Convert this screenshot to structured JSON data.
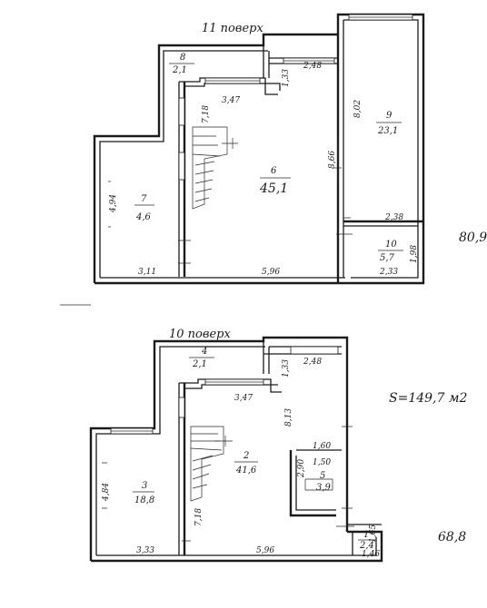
{
  "floor_upper": {
    "title": "11 поверх",
    "rooms": [
      {
        "num": "8",
        "area": "2,1"
      },
      {
        "num": "6",
        "area": "45,1"
      },
      {
        "num": "7",
        "area": "4,6"
      },
      {
        "num": "9",
        "area": "23,1"
      },
      {
        "num": "10",
        "area": "5,7"
      }
    ],
    "dims": [
      "1,33",
      "2,48",
      "3,47",
      "7,18",
      "8,02",
      "8,66",
      "4,94",
      "3,11",
      "5,96",
      "2,38",
      "1,98",
      "2,33"
    ],
    "total": "80,9"
  },
  "floor_lower": {
    "title": "10 поверх",
    "rooms": [
      {
        "num": "4",
        "area": "2,1"
      },
      {
        "num": "2",
        "area": "41,6"
      },
      {
        "num": "3",
        "area": "18,8"
      },
      {
        "num": "5",
        "area": "3,9"
      },
      {
        "num": "1",
        "area": "2,4"
      }
    ],
    "dims": [
      "1,33",
      "2,48",
      "3,47",
      "8,13",
      "1,60",
      "1,50",
      "2,90",
      "4,84",
      "7,18",
      "3,33",
      "5,96",
      "1,46",
      "1,65"
    ],
    "total": "68,8"
  },
  "summary": "S=149,7 м2"
}
